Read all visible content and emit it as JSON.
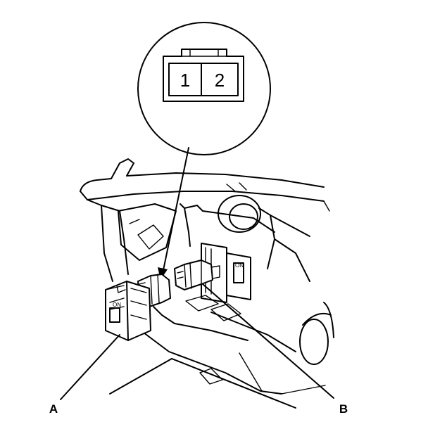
{
  "connector_view": {
    "pins": [
      "1",
      "2"
    ]
  },
  "callouts": {
    "a": "A",
    "b": "B"
  },
  "switch_text": {
    "a_on": "ON",
    "b_on": "ON"
  }
}
